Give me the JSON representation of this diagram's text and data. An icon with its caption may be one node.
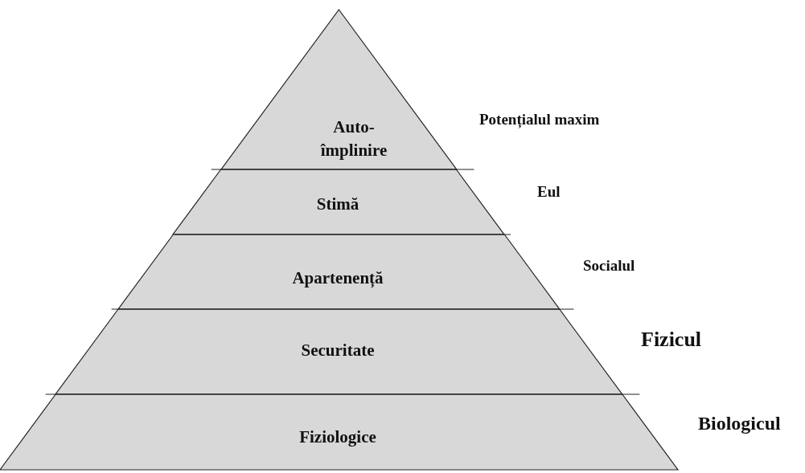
{
  "diagram": {
    "nodes": [
      {
        "text": [
          "Auto- împlinire"
        ],
        "beside": [
          "Potențialul maxim"
        ]
      },
      {
        "text": [
          "Stimă"
        ],
        "beside": [
          "Eul"
        ]
      },
      {
        "text": [
          "Apartenență"
        ],
        "beside": [
          "Socialul"
        ]
      },
      {
        "text": [
          "Securitate"
        ],
        "beside": [
          "Fizicul"
        ]
      },
      {
        "text": [
          "Fiziologice"
        ],
        "beside": [
          "Biologicul"
        ]
      }
    ]
  }
}
